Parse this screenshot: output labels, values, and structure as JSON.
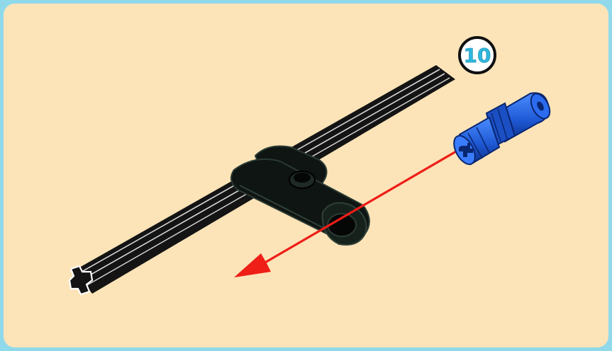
{
  "step": {
    "number": "10"
  },
  "colors": {
    "frame": "#8fd9ea",
    "background": "#fce4b8",
    "axle": "#141414",
    "connector": "#0f1512",
    "pin": "#1f5ad6",
    "arrow": "#ef1e17",
    "badge_fill": "#ffffff",
    "badge_text": "#2fb6dc"
  },
  "parts": [
    {
      "name": "cross-axle",
      "icon": "axle-icon"
    },
    {
      "name": "axle-connector",
      "icon": "connector-icon"
    },
    {
      "name": "pin-with-axle-end",
      "icon": "pin-icon"
    },
    {
      "name": "insertion-arrow",
      "icon": "arrow-icon"
    }
  ]
}
